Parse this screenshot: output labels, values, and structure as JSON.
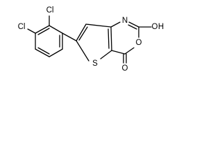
{
  "molecule": {
    "atoms": {
      "cl_top": "Cl",
      "cl_left": "Cl",
      "s_ring": "S",
      "n_ring": "N",
      "o_ring": "O",
      "o_oh": "O",
      "o_carbonyl": "O",
      "h_oh": "H"
    }
  },
  "colors": {
    "bond": "#000000",
    "text": "#000000",
    "background": "#ffffff"
  }
}
